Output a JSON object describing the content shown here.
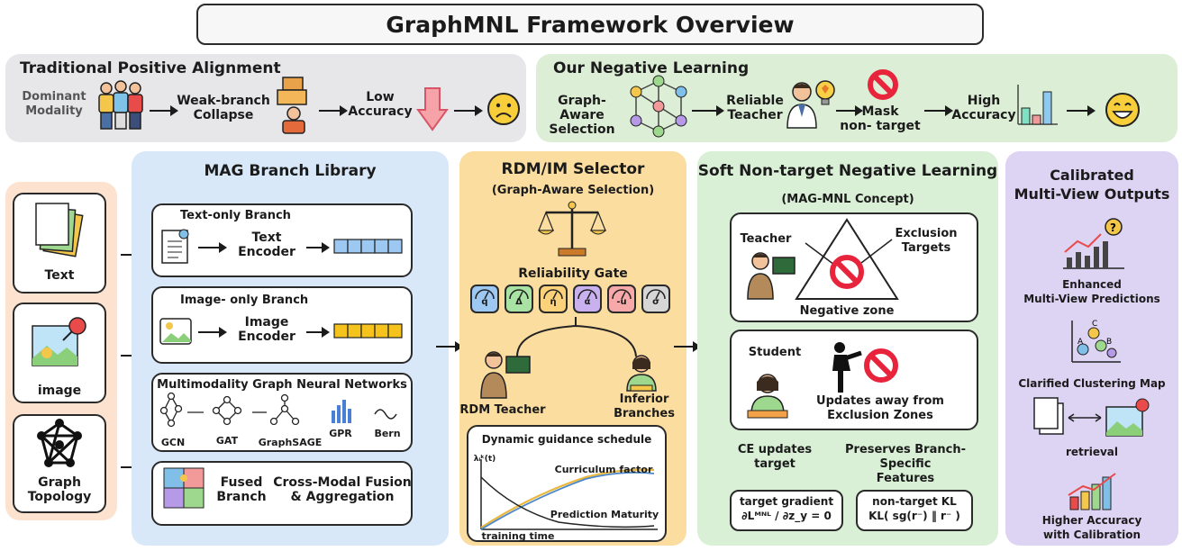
{
  "title": "GraphMNL Framework Overview",
  "traditional": {
    "heading": "Traditional Positive Alignment",
    "dominant": "Dominant\nModality",
    "collapse": "Weak-branch\nCollapse",
    "low_acc": "Low\nAccuracy"
  },
  "negative": {
    "heading": "Our Negative Learning",
    "selection": "Graph-Aware\nSelection",
    "teacher": "Reliable\nTeacher",
    "mask": "Mask\nnon- target",
    "high_acc": "High\nAccuracy"
  },
  "inputs": {
    "text": "Text",
    "image": "image",
    "graph": "Graph\nTopology"
  },
  "library": {
    "heading": "MAG Branch Library",
    "text_branch": "Text-only Branch",
    "text_encoder": "Text\nEncoder",
    "image_branch": "Image- only Branch",
    "image_encoder": "Image\nEncoder",
    "gnn_title": "Multimodality Graph Neural Networks",
    "gnn_labels": [
      "GCN",
      "GAT",
      "GraphSAGE",
      "GPR",
      "Bern"
    ],
    "fused": "Fused\nBranch",
    "fusion": "Cross-Modal Fusion\n& Aggregation"
  },
  "selector": {
    "heading": "RDM/IM Selector",
    "sub": "(Graph-Aware Selection)",
    "gate": "Reliability Gate",
    "gauges": [
      "q",
      "Δ",
      "η",
      "α",
      "-u",
      "σ"
    ],
    "gauge_colors": [
      "#9cc8f2",
      "#a9e3a3",
      "#fbd27a",
      "#c8b1ee",
      "#f7a8a8",
      "#d6d6d6"
    ],
    "teacher": "RDM Teacher",
    "inferior": "Inferior\nBranches",
    "schedule": "Dynamic guidance schedule",
    "lambda": "λᵢᵏ(t)",
    "curriculum": "Curriculum factor",
    "maturity": "Prediction Maturity",
    "xaxis": "training time"
  },
  "soft": {
    "heading": "Soft Non-target Negative Learning",
    "sub": "(MAG-MNL Concept)",
    "teacher": "Teacher",
    "exclusion": "Exclusion\nTargets",
    "negzone": "Negative zone",
    "student": "Student",
    "updates": "Updates away from\nExclusion Zones",
    "ce": "CE updates\ntarget",
    "preserves": "Preserves Branch-Specific\nFeatures",
    "f1": "target gradient\n∂Lᴹᴺᴸ / ∂z_y = 0",
    "f2": "non-target KL\nKL( sg(r⁻) ‖ r⁻ )"
  },
  "outputs": {
    "heading": "Calibrated\nMulti-View Outputs",
    "o1": "Enhanced\nMulti-View Predictions",
    "o2": "Clarified Clustering Map",
    "o3": "retrieval",
    "o4": "Higher Accuracy\nwith Calibration",
    "cluster_letters": [
      "A",
      "B",
      "C"
    ]
  },
  "colors": {
    "traditional_bg": "#e7e7ea",
    "negative_bg": "#dcefd6",
    "library_bg": "#d8e8f8",
    "selector_bg": "#fbdda0",
    "soft_bg": "#d9f0d6",
    "outputs_bg": "#ddd3f3",
    "inputs_bg": "#fde2cf",
    "forbid_red": "#e8243c"
  }
}
